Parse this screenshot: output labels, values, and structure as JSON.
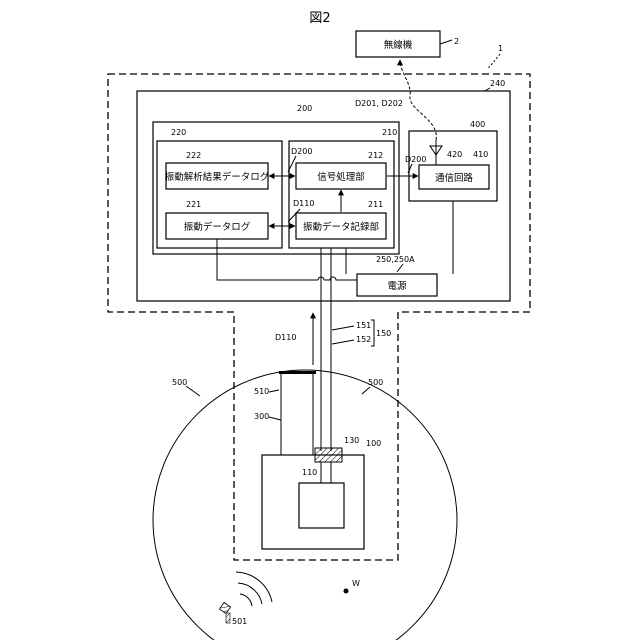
{
  "figure_title": "図2",
  "boxes": {
    "wireless_unit": "無線機",
    "signal_processing": "信号処理部",
    "vibration_record": "振動データ記録部",
    "analysis_log": "振動解析結果データログ",
    "data_log": "振動データログ",
    "comm_circuit": "通信回路",
    "power_supply": "電源"
  },
  "refs": {
    "r2": "2",
    "r1": "1",
    "r240": "240",
    "r200": "200",
    "r210": "210",
    "r220": "220",
    "r222": "222",
    "r221": "221",
    "r212": "212",
    "r211": "211",
    "r400": "400",
    "r420": "420",
    "r410": "410",
    "r250": "250,250A",
    "d201": "D201, D202",
    "d200a": "D200",
    "d200b": "D200",
    "d110a": "D110",
    "d110b": "D110",
    "r151": "151",
    "r152": "152",
    "r150": "150",
    "r500a": "500",
    "r500b": "500",
    "r510": "510",
    "r300": "300",
    "r130": "130",
    "r100": "100",
    "r110": "110",
    "rW": "W",
    "r501": "501"
  }
}
